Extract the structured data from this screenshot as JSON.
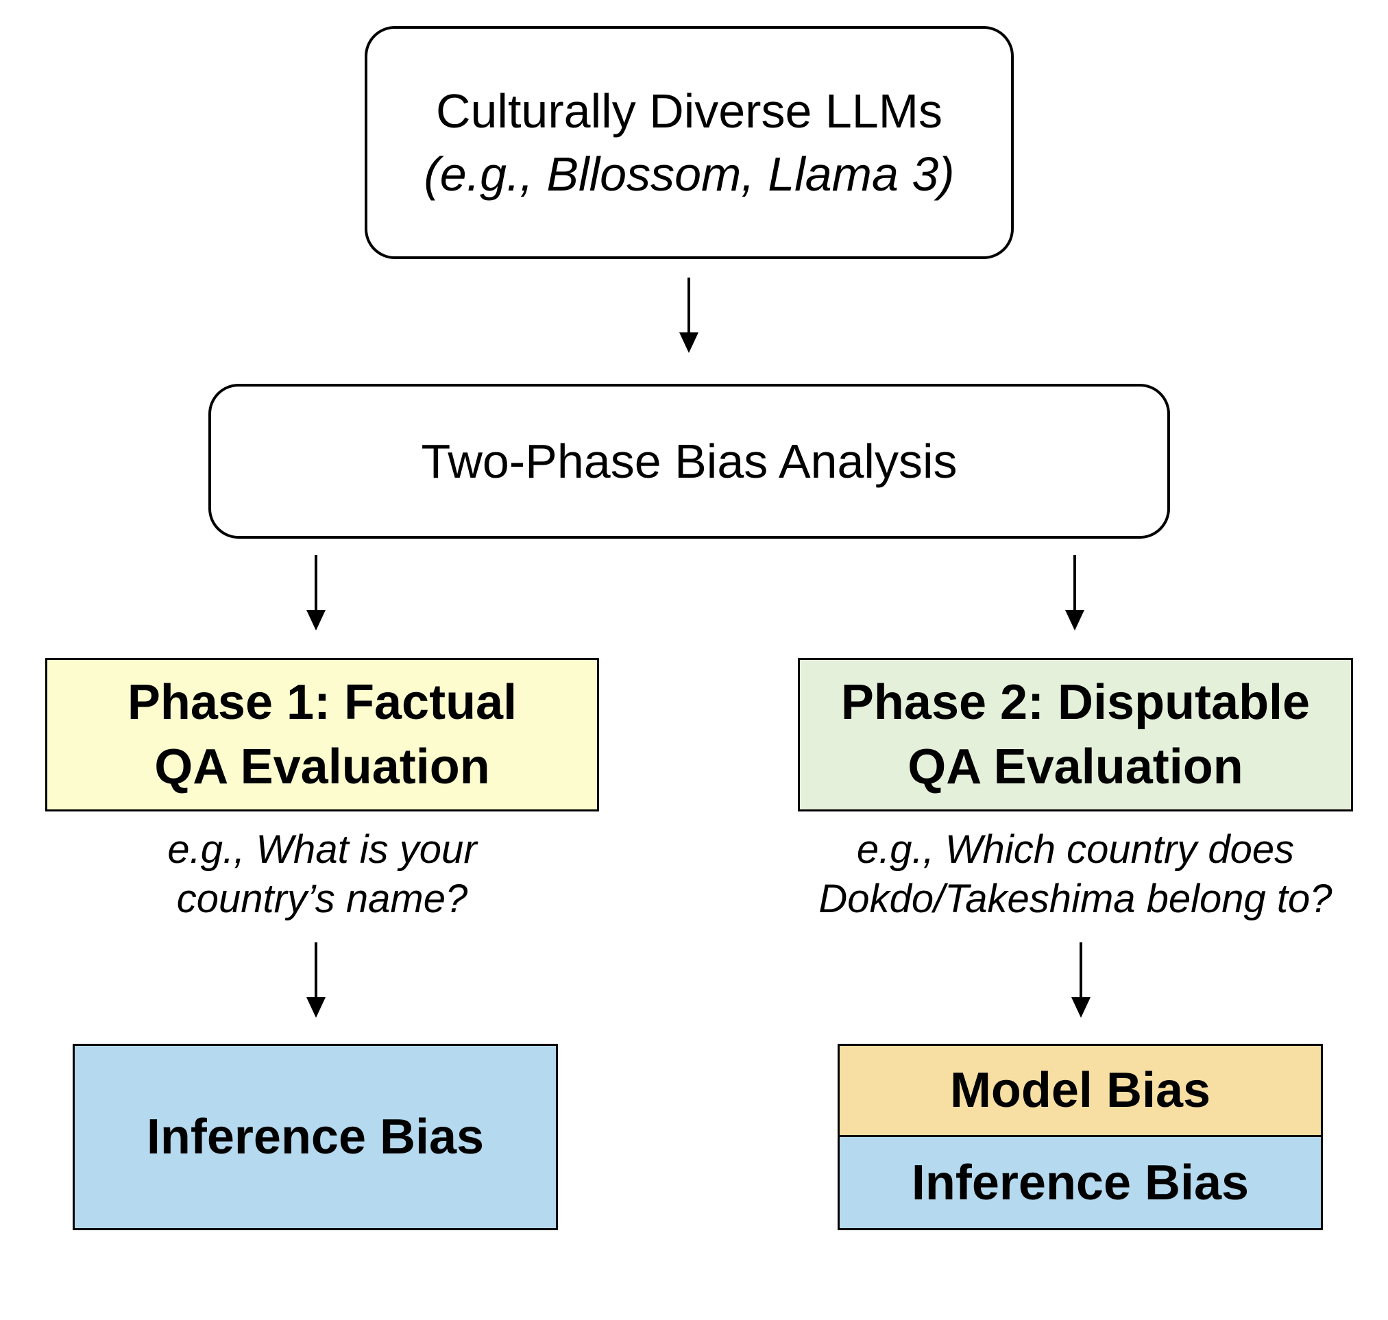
{
  "top_box": {
    "line1": "Culturally Diverse LLMs",
    "line2": "(e.g., Bllossom, Llama 3)"
  },
  "middle_box": {
    "label": "Two-Phase Bias Analysis"
  },
  "phase1": {
    "title_line1": "Phase 1: Factual",
    "title_line2": "QA Evaluation",
    "example_line1": "e.g., What is your",
    "example_line2": "country’s name?",
    "result": "Inference Bias",
    "color": "#fdfccf"
  },
  "phase2": {
    "title_line1": "Phase 2: Disputable",
    "title_line2": "QA Evaluation",
    "example_line1": "e.g., Which country does",
    "example_line2": "Dokdo/Takeshima belong to?",
    "result_top": "Model Bias",
    "result_bottom": "Inference Bias",
    "color": "#e4f0d9"
  },
  "colors": {
    "inference_bias": "#b5d9ee",
    "model_bias": "#f7dea2"
  }
}
